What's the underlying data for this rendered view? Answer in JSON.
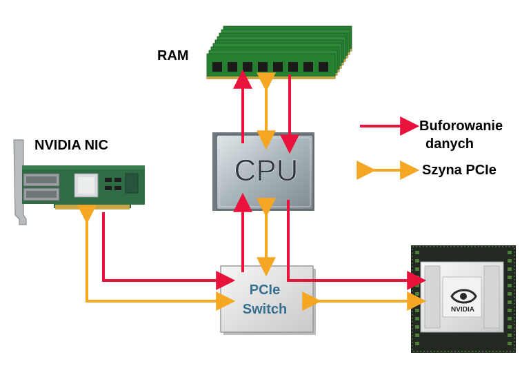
{
  "labels": {
    "ram": "RAM",
    "nic": "NVIDIA NIC",
    "cpu": "CPU",
    "switch_line1": "PCIe",
    "switch_line2": "Switch",
    "gpu_logo": "NVIDIA"
  },
  "legend": {
    "buffering_line1": "Buforowanie",
    "buffering_line2": "danych",
    "pcie_bus": "Szyna PCIe"
  },
  "colors": {
    "buffering_arrow": "#e8123c",
    "pcie_arrow": "#f5a623",
    "ram_pcb": "#2f8a3a",
    "nic_pcb": "#2f6b45",
    "cpu_body": "#b9c3c8",
    "switch_body": "#e6e6e6",
    "gpu_frame": "#2b2f2b",
    "nvidia_green": "#76b900"
  }
}
